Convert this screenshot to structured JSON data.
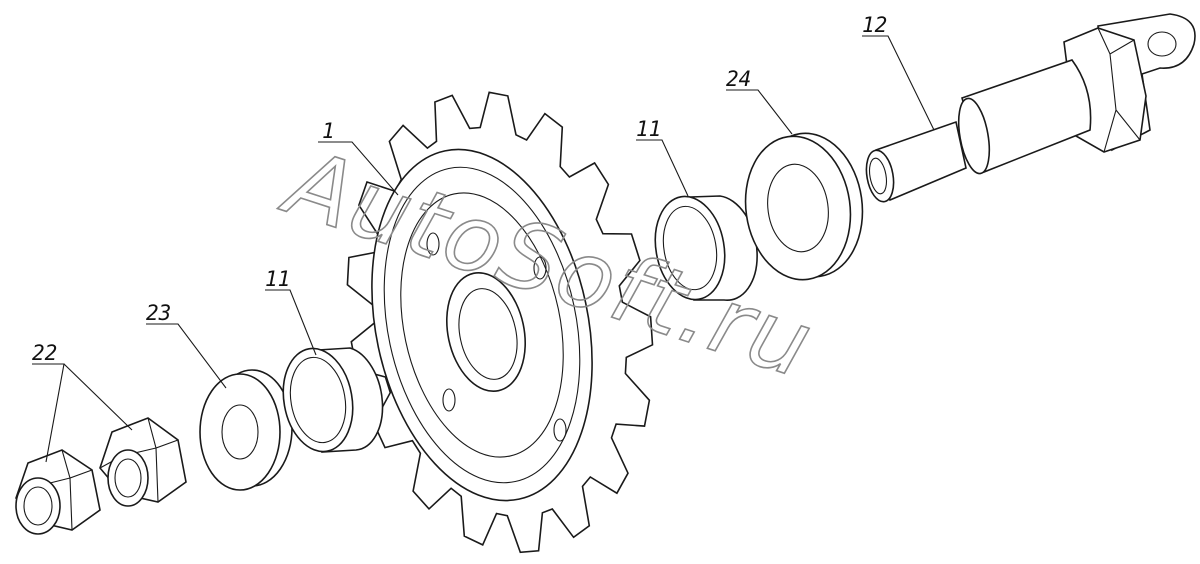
{
  "watermark": "AutoSoft.ru",
  "callouts": {
    "sprocket": "1",
    "nut": "22",
    "washer_small": "23",
    "bushing_left": "11",
    "bushing_right": "11",
    "washer_large": "24",
    "axle": "12"
  }
}
